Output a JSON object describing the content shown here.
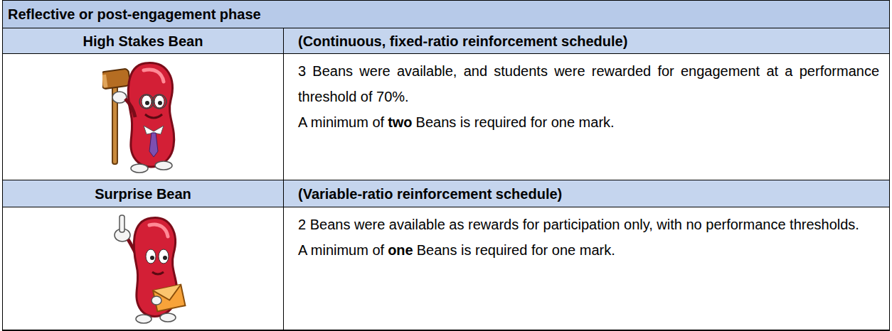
{
  "diagram": {
    "labels": [
      "Reflective or post-engagement phase",
      "High Stakes Bean",
      "(Continuous, fixed-ratio reinforcement schedule)",
      "3 Beans were available, and students were rewarded for engagement at a performance threshold of 70%.",
      "A minimum of",
      "two",
      "Beans is required for one mark.",
      "Surprise Bean",
      "(Variable-ratio reinforcement schedule)",
      "2 Beans were available as rewards for participation only, with no performance thresholds.",
      "A minimum of",
      "one",
      "Beans is required for one mark."
    ]
  }
}
